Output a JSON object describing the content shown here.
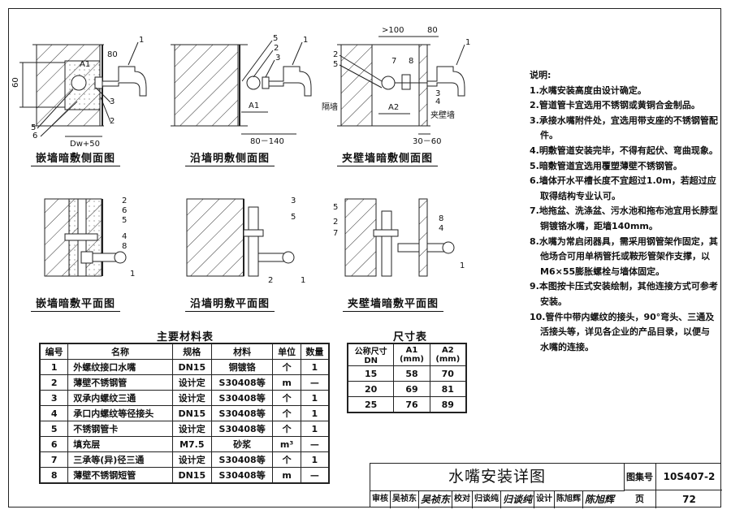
{
  "drawings": {
    "top": [
      {
        "caption": "嵌墙暗敷侧面图",
        "labels": {
          "d80": "80",
          "d60": "60",
          "a1": "A1",
          "dw": "Dw+50"
        },
        "callouts": [
          "1",
          "3",
          "2",
          "5",
          "6"
        ]
      },
      {
        "caption": "沿墙明敷侧面图",
        "labels": {
          "a1": "A1",
          "range": "80－140"
        },
        "callouts": [
          "5",
          "2",
          "3",
          "1"
        ]
      },
      {
        "caption": "夹壁墙暗敷侧面图",
        "labels": {
          "gt100": ">100",
          "d80": "80",
          "a2": "A2",
          "wall": "隔墙",
          "jiabi": "夹壁墙",
          "range": "30－60"
        },
        "callouts": [
          "1",
          "2",
          "5",
          "7",
          "8",
          "3",
          "4"
        ]
      }
    ],
    "bottom": [
      {
        "caption": "嵌墙暗敷平面图",
        "callouts": [
          "2",
          "6",
          "5",
          "4",
          "8",
          "1"
        ]
      },
      {
        "caption": "沿墙明敷平面图",
        "callouts": [
          "3",
          "5",
          "2",
          "1"
        ]
      },
      {
        "caption": "夹壁墙暗敷平面图",
        "callouts": [
          "5",
          "2",
          "7",
          "8",
          "4",
          "1"
        ]
      }
    ]
  },
  "materials": {
    "title": "主要材料表",
    "headers": [
      "编号",
      "名称",
      "规格",
      "材料",
      "单位",
      "数量"
    ],
    "rows": [
      [
        "1",
        "外螺纹接口水嘴",
        "DN15",
        "铜镀铬",
        "个",
        "1"
      ],
      [
        "2",
        "薄壁不锈钢管",
        "设计定",
        "S30408等",
        "m",
        "—"
      ],
      [
        "3",
        "双承内螺纹三通",
        "设计定",
        "S30408等",
        "个",
        "1"
      ],
      [
        "4",
        "承口内螺纹等径接头",
        "DN15",
        "S30408等",
        "个",
        "1"
      ],
      [
        "5",
        "不锈钢管卡",
        "设计定",
        "S30408等",
        "个",
        "1"
      ],
      [
        "6",
        "填充层",
        "M7.5",
        "砂浆",
        "m³",
        "—"
      ],
      [
        "7",
        "三承等(异)径三通",
        "设计定",
        "S30408等",
        "个",
        "1"
      ],
      [
        "8",
        "薄壁不锈钢短管",
        "DN15",
        "S30408等",
        "m",
        "—"
      ]
    ]
  },
  "sizes": {
    "title": "尺寸表",
    "headers": [
      "公称尺寸",
      "DN",
      "A1",
      "(mm)",
      "A2",
      "(mm)"
    ],
    "rows": [
      [
        "15",
        "58",
        "70"
      ],
      [
        "20",
        "69",
        "81"
      ],
      [
        "25",
        "76",
        "89"
      ]
    ]
  },
  "notes": {
    "heading": "说明:",
    "items": [
      "1.水嘴安装高度由设计确定。",
      "2.管道管卡宜选用不锈钢或黄铜合金制品。",
      "3.承接水嘴附件处，宜选用带支座的不锈钢管配件。",
      "4.明敷管道安装完毕，不得有起伏、弯曲现象。",
      "5.暗敷管道宜选用覆塑薄壁不锈钢管。",
      "6.墙体开水平槽长度不宜超过1.0m，若超过应取得结构专业认可。",
      "7.地拖盆、洗涤盆、污水池和拖布池宜用长脖型铜镀铬水嘴，距墙140mm。",
      "8.水嘴为常启闭器具，需采用钢管架作固定，其他场合可用单柄管托或鞍形管架作支撑，以M6×55膨胀螺栓与墙体固定。",
      "9.本图按卡压式安装绘制，其他连接方式可参考安装。",
      "10.管件中带内螺纹的接头，90°弯头、三通及活接头等，详见各企业的产品目录，以便与水嘴的连接。"
    ]
  },
  "title_block": {
    "title": "水嘴安装详图",
    "atlas_label": "图集号",
    "atlas_no": "10S407-2",
    "page_label": "页",
    "page_no": "72",
    "review_label": "审核",
    "reviewer": "吴祯东",
    "reviewer_sig": "吴祯东",
    "check_label": "校对",
    "checker": "归谈纯",
    "checker_sig": "归谈纯",
    "design_label": "设计",
    "designer": "陈旭辉",
    "designer_sig": "陈旭辉"
  }
}
